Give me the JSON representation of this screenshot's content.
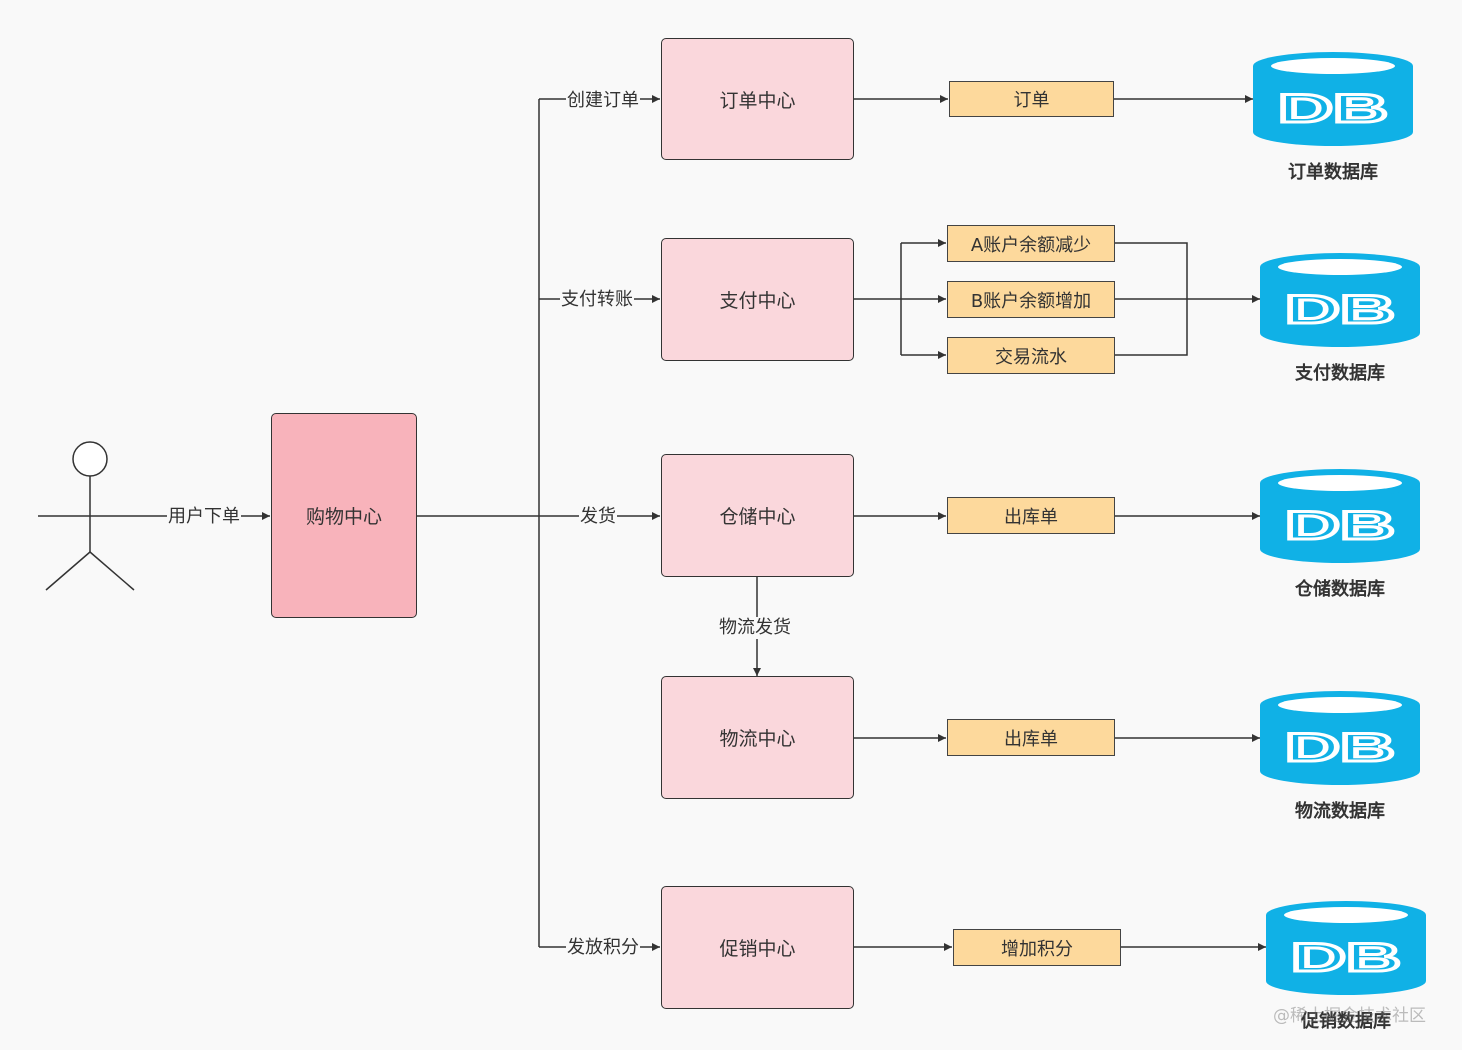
{
  "actor": {
    "label": "用户下单"
  },
  "main_center": {
    "label": "购物中心"
  },
  "centers": [
    {
      "id": "order",
      "edge_label": "创建订单",
      "label": "订单中心",
      "items": [
        "订单"
      ],
      "db_name": "订单数据库",
      "db_text": "DB"
    },
    {
      "id": "pay",
      "edge_label": "支付转账",
      "label": "支付中心",
      "items": [
        "A账户余额减少",
        "B账户余额增加",
        "交易流水"
      ],
      "db_name": "支付数据库",
      "db_text": "DB"
    },
    {
      "id": "warehouse",
      "edge_label": "发货",
      "label": "仓储中心",
      "items": [
        "出库单"
      ],
      "db_name": "仓储数据库",
      "db_text": "DB"
    },
    {
      "id": "logistics",
      "edge_label": "物流发货",
      "label": "物流中心",
      "items": [
        "出库单"
      ],
      "db_name": "物流数据库",
      "db_text": "DB"
    },
    {
      "id": "promo",
      "edge_label": "发放积分",
      "label": "促销中心",
      "items": [
        "增加积分"
      ],
      "db_name": "促销数据库",
      "db_text": "DB"
    }
  ],
  "colors": {
    "main_box": "#f8b3bb",
    "center_box": "#fad7dc",
    "data_box": "#fdd99c",
    "database": "#10b1e6",
    "line": "#333333"
  },
  "watermark": "@稀土掘金技术社区"
}
